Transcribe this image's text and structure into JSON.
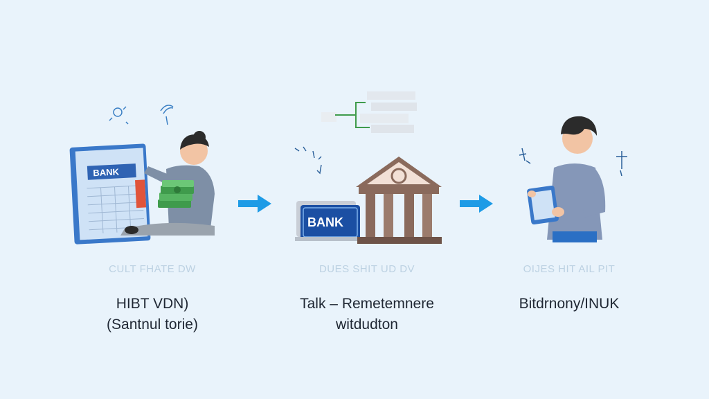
{
  "steps": [
    {
      "faint_label": "CULT FHATE DW",
      "title_line1": "HIBT VDN)",
      "title_line2": "(Santnul torie)",
      "card_label": "BANK"
    },
    {
      "faint_label": "DUES SHIT UD DV",
      "title_line1": "Talk – Remetemnere",
      "title_line2": "witdudton",
      "card_label": "BANK"
    },
    {
      "faint_label": "OIJES HIT AIL PIT",
      "title_line1": "Bitdrnony/INUK",
      "title_line2": ""
    }
  ],
  "colors": {
    "background": "#e9f3fb",
    "arrow": "#1e9be6",
    "accent_blue": "#2a6fc4",
    "bank_brown": "#8a6a5c"
  }
}
